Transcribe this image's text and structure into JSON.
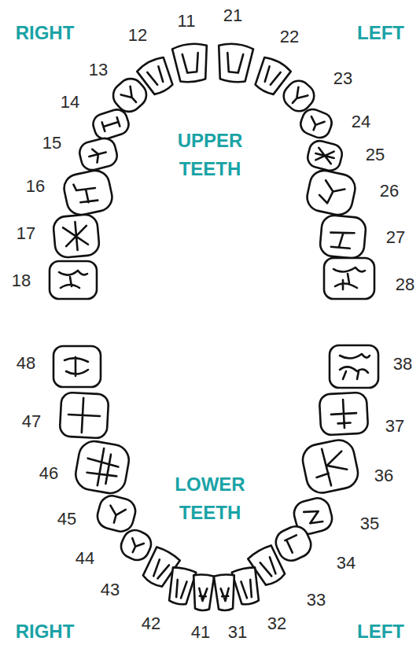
{
  "diagram": {
    "labels": [
      "RIGHT",
      "LEFT",
      "12",
      "11",
      "21",
      "22",
      "13",
      "23",
      "14",
      "24",
      "15",
      "25",
      "16",
      "26",
      "17",
      "27",
      "18",
      "28",
      "UPPER TEETH",
      "LOWER TEETH",
      "48",
      "38",
      "47",
      "37",
      "46",
      "36",
      "45",
      "35",
      "44",
      "34",
      "43",
      "33",
      "42",
      "41",
      "31",
      "32",
      "RIGHT",
      "LEFT"
    ]
  }
}
